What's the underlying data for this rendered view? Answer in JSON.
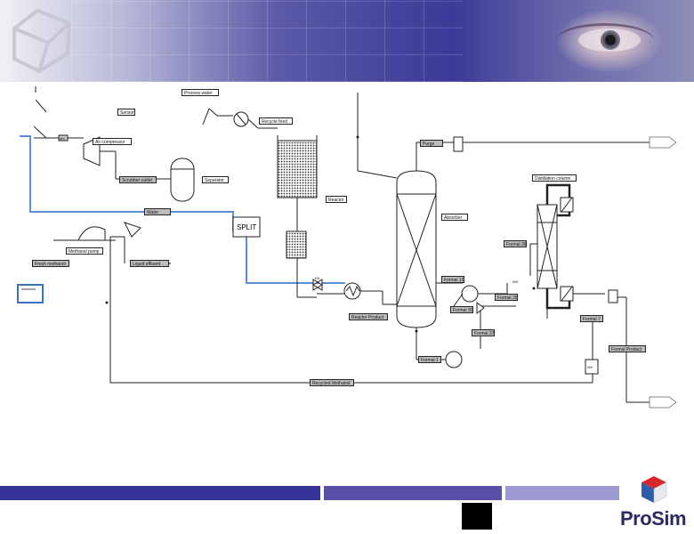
{
  "slide": {
    "brand": "ProSim",
    "colors": {
      "banner_dark": "#3a3a98",
      "bar_dark": "#34349a",
      "bar_mid": "#5a4fa6",
      "bar_light": "#9c98d0",
      "stream_blue": "#5b8fd9",
      "logo_red": "#d6262b",
      "logo_blue": "#2e5ca8"
    }
  },
  "diagram": {
    "labels": {
      "process_water": "Process water",
      "sensor": "Sensor",
      "recycle_feed": "Recycle feed",
      "air_compressor": "Air compressor",
      "scrubber_outlet": "Scrubber outlet",
      "separator": "Separator",
      "reactor": "Reactor",
      "water": "Water",
      "fresh_methanol": "Fresh methanol",
      "methanol_pump": "Methanol pump",
      "liquid_effluent": "Liquid effluent",
      "purge": "Purge",
      "absorber": "Absorber",
      "reactor_product": "Reactor Product",
      "recycled_methanol": "Recycled Methanol",
      "formal_10": "Formal 10",
      "formal_30": "Formal 30",
      "formal_35": "Formal 35",
      "formal_37": "Formal 37",
      "formal_39": "Formal 39",
      "formal_1": "Formal 1",
      "distillation_column": "Distillation column",
      "formal_product": "Formal Product",
      "formal_7": "Formal 7"
    },
    "equipment_codes": {
      "mix": "MX",
      "split": "SPLIT",
      "hx": "HX",
      "water_valve": "WV",
      "sep": "SEP"
    }
  }
}
